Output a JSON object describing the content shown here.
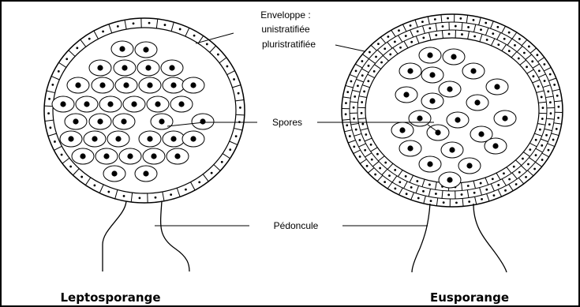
{
  "labels": {
    "envelope_line1": "Enveloppe :",
    "envelope_line2": "unistratifiée",
    "envelope_line3": "pluristratifiée",
    "spores": "Spores",
    "peduncle": "Pédoncule"
  },
  "titles": {
    "left": "Leptosporange",
    "right": "Eusporange"
  },
  "colors": {
    "ink": "#000000",
    "background": "#ffffff"
  }
}
